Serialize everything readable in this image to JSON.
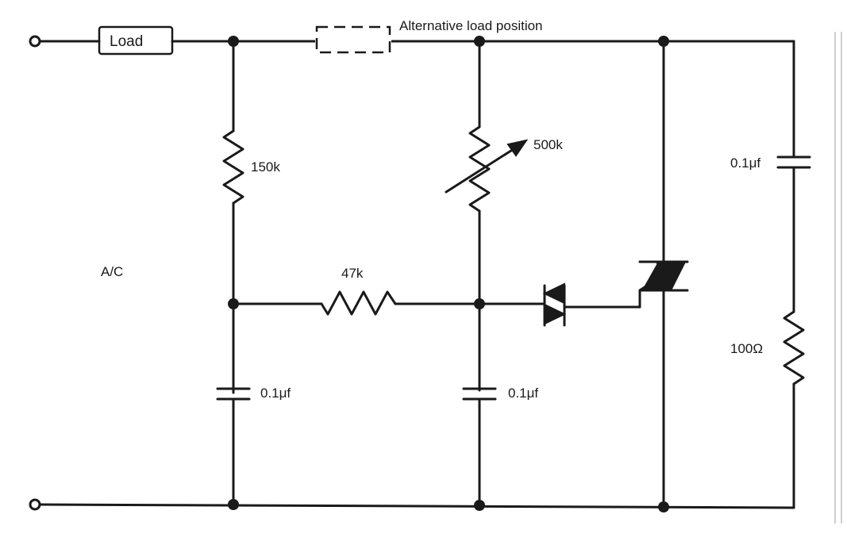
{
  "labels": {
    "load": "Load",
    "alt_load": "Alternative load position",
    "r150k": "150k",
    "r500k": "500k",
    "r47k": "47k",
    "ac": "A/C",
    "cap1": "0.1μf",
    "cap2": "0.1μf",
    "cap3": "0.1μf",
    "r100": "100Ω"
  },
  "icons": {
    "terminal": "terminal-icon",
    "resistor": "resistor-icon",
    "variable_resistor": "potentiometer-icon",
    "capacitor": "capacitor-icon",
    "diac": "diac-icon",
    "triac": "triac-icon",
    "junction": "junction-dot-icon"
  }
}
